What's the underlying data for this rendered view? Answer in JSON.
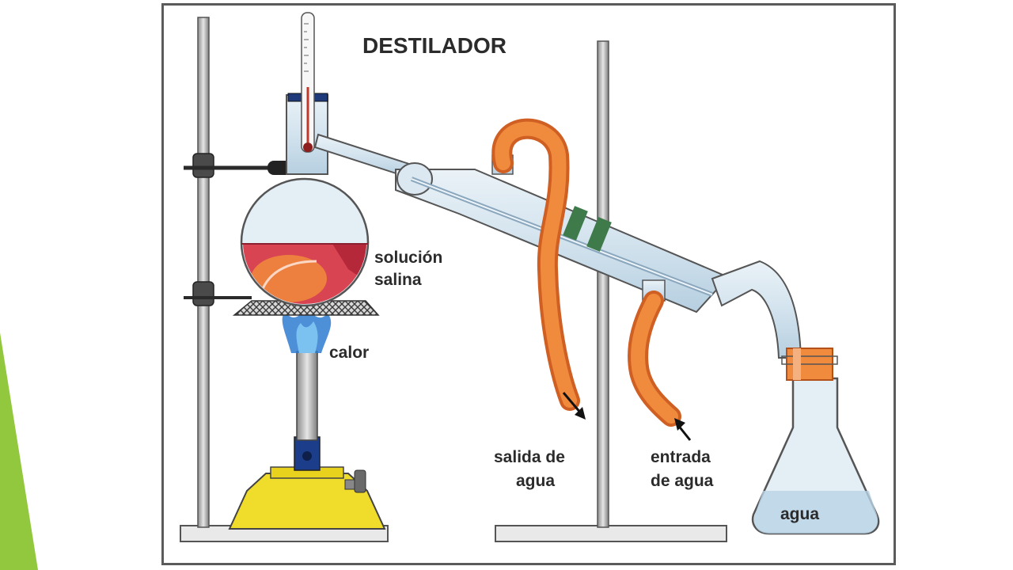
{
  "diagram": {
    "title": "DESTILADOR",
    "labels": {
      "solution_line1": "solución",
      "solution_line2": "salina",
      "heat": "calor",
      "water_out_line1": "salida de",
      "water_out_line2": "agua",
      "water_in_line1": "entrada",
      "water_in_line2": "de agua",
      "collected": "agua"
    }
  },
  "colors": {
    "accent_green": "#92c83e",
    "tube_orange": "#f08a3c",
    "solution_red": "#d94452",
    "flame_blue": "#2e7dd1",
    "burner_yellow": "#f0dc2a"
  },
  "icons": [
    "thermometer-icon",
    "round-bottom-flask-icon",
    "bunsen-burner-icon",
    "condenser-icon",
    "erlenmeyer-flask-icon",
    "flame-icon"
  ]
}
